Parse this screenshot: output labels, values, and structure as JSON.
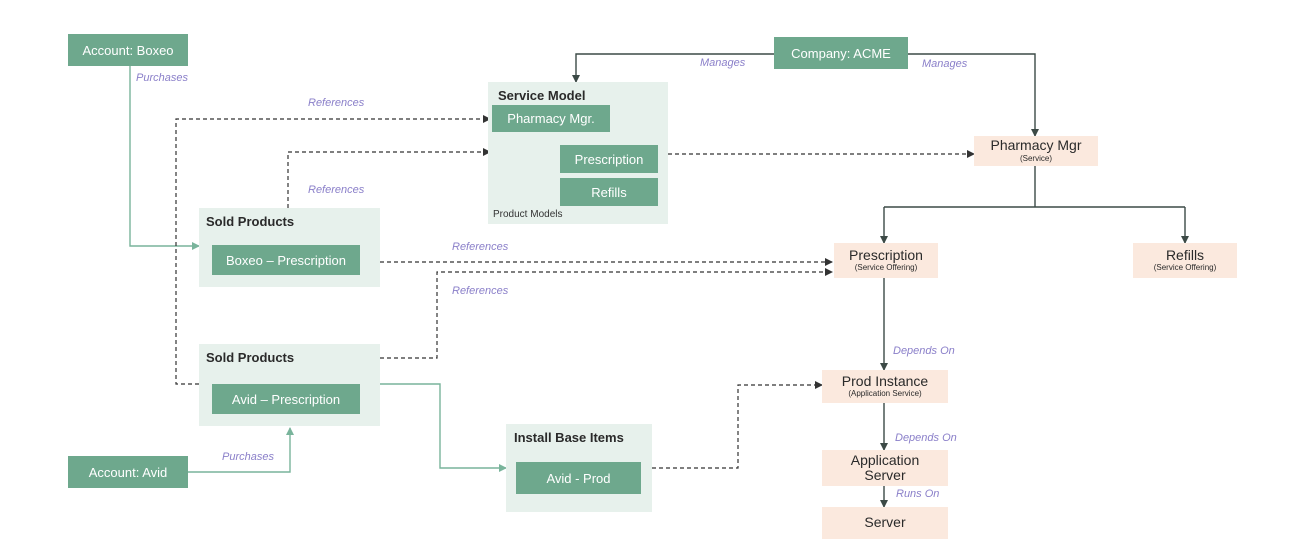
{
  "nodes": {
    "account_boxeo": "Account: Boxeo",
    "account_avid": "Account: Avid",
    "company_acme": "Company: ACME",
    "pharmacy_mgr_model": "Pharmacy Mgr.",
    "prescription_model": "Prescription",
    "refills_model": "Refills",
    "boxeo_prescription": "Boxeo – Prescription",
    "avid_prescription": "Avid – Prescription",
    "avid_prod": "Avid - Prod"
  },
  "groups": {
    "service_model": {
      "title": "Service Model",
      "caption": "Product Models"
    },
    "sold_products_boxeo": {
      "title": "Sold Products"
    },
    "sold_products_avid": {
      "title": "Sold Products"
    },
    "install_base": {
      "title": "Install Base Items"
    }
  },
  "services": {
    "pharmacy_mgr": {
      "name": "Pharmacy Mgr",
      "sub": "(Service)"
    },
    "prescription": {
      "name": "Prescription",
      "sub": "(Service Offering)"
    },
    "refills": {
      "name": "Refills",
      "sub": "(Service Offering)"
    },
    "prod_instance": {
      "name": "Prod Instance",
      "sub": "(Application Service)"
    },
    "application_server": {
      "line1": "Application",
      "line2": "Server"
    },
    "server": {
      "name": "Server"
    }
  },
  "edge_labels": {
    "purchases_boxeo": "Purchases",
    "purchases_avid": "Purchases",
    "manages_left": "Manages",
    "manages_right": "Manages",
    "references_1": "References",
    "references_2": "References",
    "references_3": "References",
    "references_4": "References",
    "depends_on_1": "Depends On",
    "depends_on_2": "Depends On",
    "runs_on": "Runs On"
  },
  "colors": {
    "node_fill": "#6ea88d",
    "group_fill": "#e7f1ec",
    "service_fill": "#fbe9de",
    "label_color": "#8a7fc9",
    "green_line": "#79b49b",
    "dark_line": "#3c4a46",
    "dashed_line": "#333333"
  }
}
